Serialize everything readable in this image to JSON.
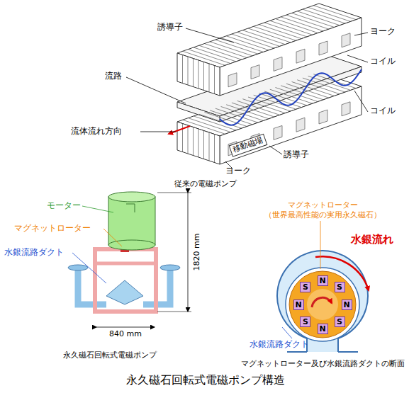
{
  "diagram": {
    "caption": "永久磁石回転式電磁ポンプ構造",
    "nodes": [
      {
        "text": [
          "N"
        ]
      },
      {
        "text": [
          "S"
        ]
      },
      {
        "text": [
          "N"
        ]
      },
      {
        "text": [
          "S"
        ]
      },
      {
        "text": [
          "N"
        ]
      },
      {
        "text": [
          "S"
        ]
      },
      {
        "text": [
          "N"
        ]
      },
      {
        "text": [
          "S"
        ]
      }
    ],
    "labels": [
      "誘導子",
      "ヨーク",
      "コイル",
      "流路",
      "コイル",
      "流体流れ方向",
      "移動磁場",
      "誘導子",
      "ヨーク",
      "従来の電磁ポンプ",
      "モーター",
      "マグネットローター",
      "水銀流路ダクト",
      "1820 mm",
      "840 mm",
      "永久磁石回転式電磁ポンプ",
      "マグネットローター",
      "（世界最高性能の実用永久磁石）",
      "水銀流れ",
      "水銀流路ダクト",
      "マグネットローター及び水銀流路ダクトの断面"
    ]
  }
}
